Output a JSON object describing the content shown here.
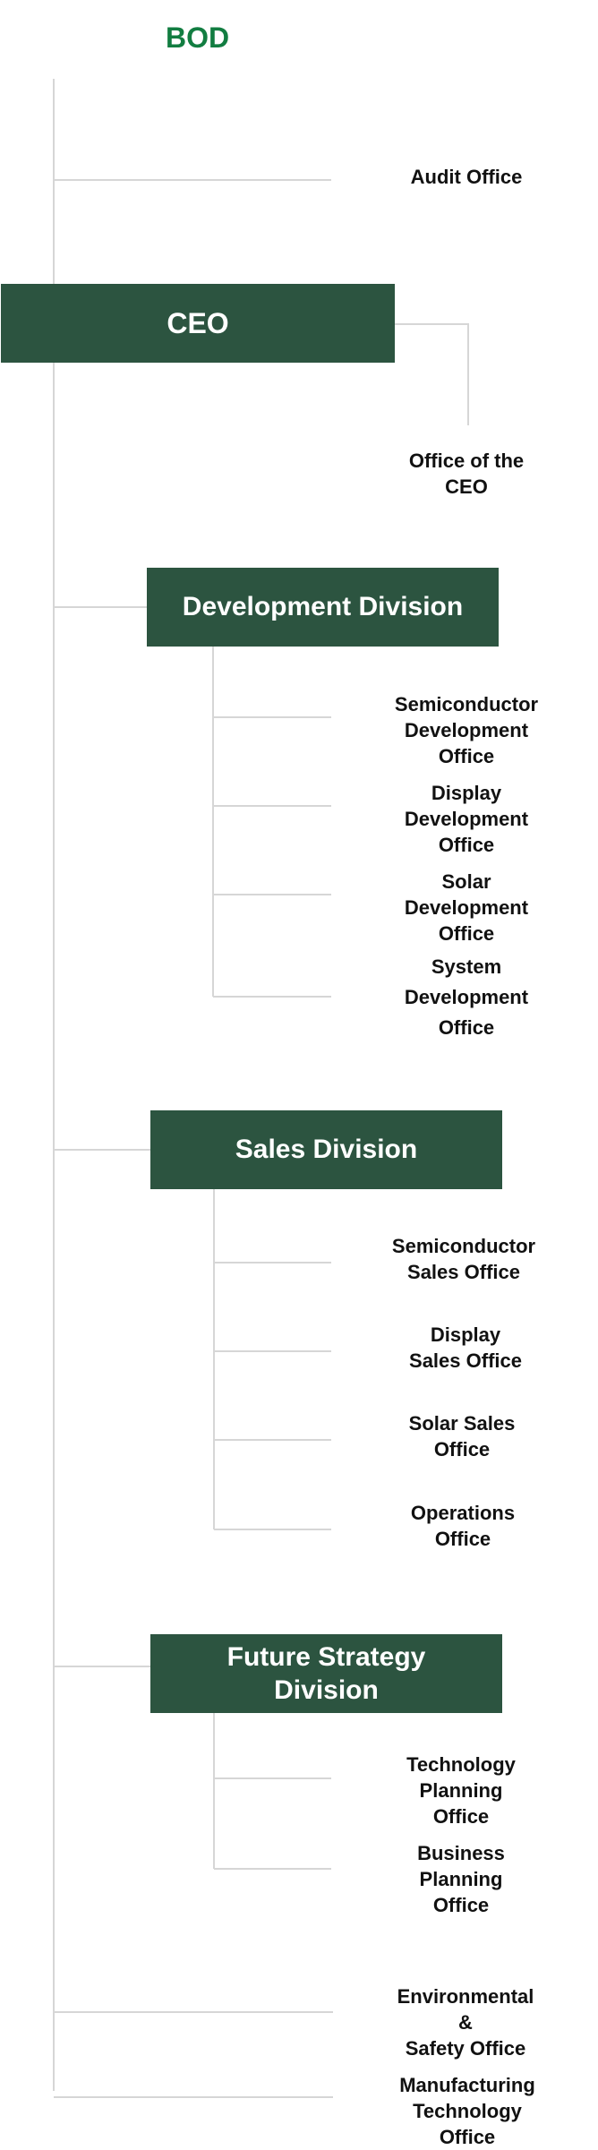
{
  "colors": {
    "top_label": "#127d41",
    "box_fill": "#2c5440",
    "box_text": "#ffffff",
    "connector": "#d6d6d6",
    "label_text": "#111111"
  },
  "top": {
    "label": "BOD"
  },
  "audit": {
    "label": "Audit Office"
  },
  "ceo": {
    "label": "CEO"
  },
  "ceo_office": {
    "label": "Office of the CEO"
  },
  "development": {
    "label": "Development Division",
    "offices": [
      "Semiconductor\nDevelopment Office",
      "Display\nDevelopment Office",
      "Solar\nDevelopment Office",
      "System\nDevelopment\nOffice"
    ]
  },
  "sales": {
    "label": "Sales Division",
    "offices": [
      "Semiconductor\nSales Office",
      "Display\nSales Office",
      "Solar Sales\nOffice",
      "Operations\nOffice"
    ]
  },
  "strategy": {
    "label": "Future Strategy\nDivision",
    "offices": [
      "Technology\nPlanning Office",
      "Business\nPlanning Office"
    ]
  },
  "standalone": [
    "Environmental &\nSafety Office",
    "Manufacturing\nTechnology Office"
  ]
}
